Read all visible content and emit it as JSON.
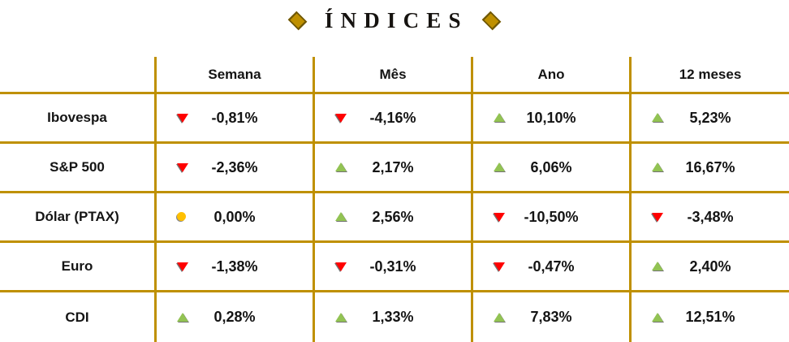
{
  "title": {
    "text": "ÍNDICES",
    "decoration_icon": "diamond-icon"
  },
  "colors": {
    "line": "#BF9000",
    "diamond": "#BF9000",
    "up": "#92C353",
    "down": "#FF0000",
    "flat": "#FFC000",
    "text": "#141414"
  },
  "table": {
    "columns": [
      "Semana",
      "Mês",
      "Ano",
      "12 meses"
    ],
    "rows": [
      {
        "label": "Ibovespa",
        "cells": [
          {
            "icon": "down",
            "value": "-0,81%"
          },
          {
            "icon": "down",
            "value": "-4,16%"
          },
          {
            "icon": "up",
            "value": "10,10%"
          },
          {
            "icon": "up",
            "value": "5,23%"
          }
        ]
      },
      {
        "label": "S&P 500",
        "cells": [
          {
            "icon": "down",
            "value": "-2,36%"
          },
          {
            "icon": "up",
            "value": "2,17%"
          },
          {
            "icon": "up",
            "value": "6,06%"
          },
          {
            "icon": "up",
            "value": "16,67%"
          }
        ]
      },
      {
        "label": "Dólar (PTAX)",
        "cells": [
          {
            "icon": "flat",
            "value": "0,00%"
          },
          {
            "icon": "up",
            "value": "2,56%"
          },
          {
            "icon": "down",
            "value": "-10,50%"
          },
          {
            "icon": "down",
            "value": "-3,48%"
          }
        ]
      },
      {
        "label": "Euro",
        "cells": [
          {
            "icon": "down",
            "value": "-1,38%"
          },
          {
            "icon": "down",
            "value": "-0,31%"
          },
          {
            "icon": "down",
            "value": "-0,47%"
          },
          {
            "icon": "up",
            "value": "2,40%"
          }
        ]
      },
      {
        "label": "CDI",
        "cells": [
          {
            "icon": "up",
            "value": "0,28%"
          },
          {
            "icon": "up",
            "value": "1,33%"
          },
          {
            "icon": "up",
            "value": "7,83%"
          },
          {
            "icon": "up",
            "value": "12,51%"
          }
        ]
      }
    ]
  },
  "chart_data": {
    "type": "table",
    "title": "ÍNDICES",
    "columns": [
      "Semana",
      "Mês",
      "Ano",
      "12 meses"
    ],
    "value_format": "percent, comma decimal separator",
    "rows": [
      {
        "label": "Ibovespa",
        "values": [
          -0.81,
          -4.16,
          10.1,
          5.23
        ],
        "trend": [
          "down",
          "down",
          "up",
          "up"
        ]
      },
      {
        "label": "S&P 500",
        "values": [
          -2.36,
          2.17,
          6.06,
          16.67
        ],
        "trend": [
          "down",
          "up",
          "up",
          "up"
        ]
      },
      {
        "label": "Dólar (PTAX)",
        "values": [
          0.0,
          2.56,
          -10.5,
          -3.48
        ],
        "trend": [
          "flat",
          "up",
          "down",
          "down"
        ]
      },
      {
        "label": "Euro",
        "values": [
          -1.38,
          -0.31,
          -0.47,
          2.4
        ],
        "trend": [
          "down",
          "down",
          "down",
          "up"
        ]
      },
      {
        "label": "CDI",
        "values": [
          0.28,
          1.33,
          7.83,
          12.51
        ],
        "trend": [
          "up",
          "up",
          "up",
          "up"
        ]
      }
    ],
    "legend": "red down-triangle = negative, green up-triangle = positive, yellow circle = flat/zero",
    "grid": "gold rule lines between rows and columns"
  }
}
